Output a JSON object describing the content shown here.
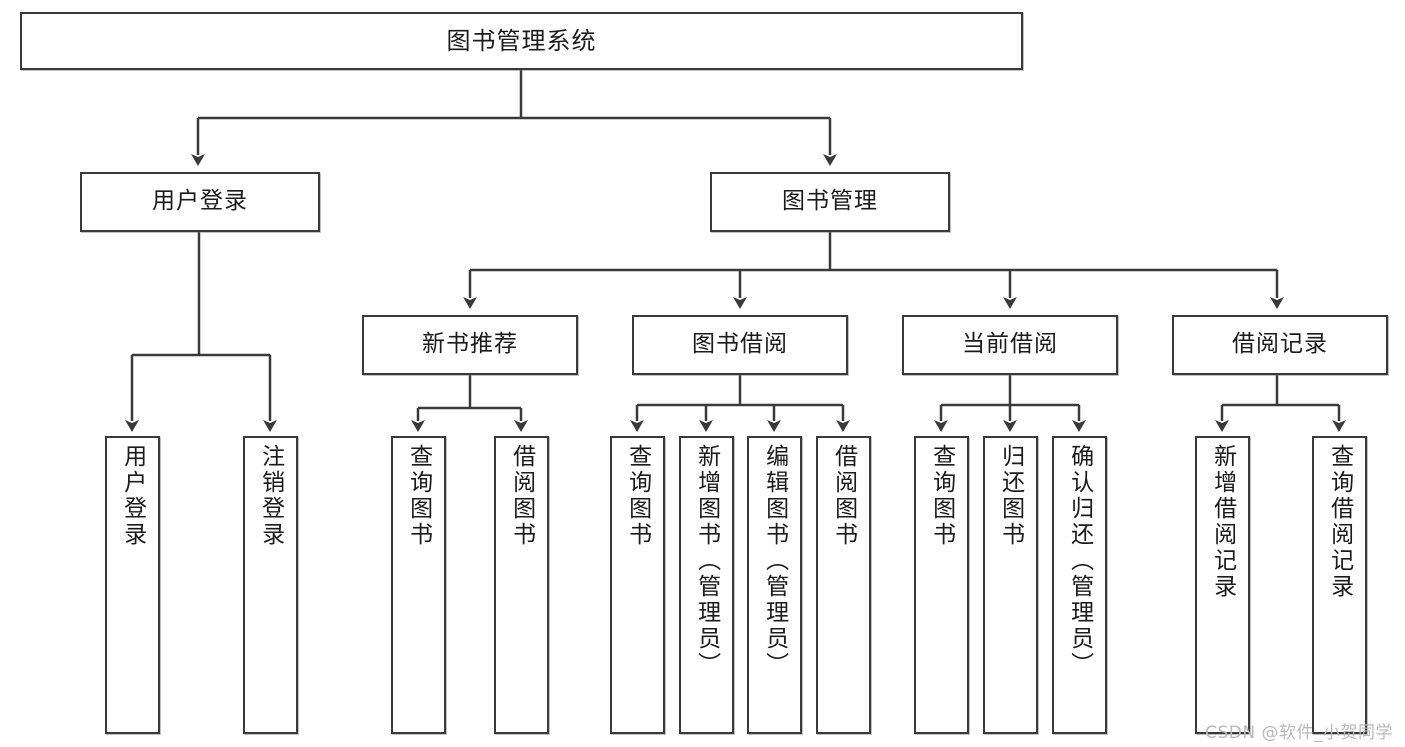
{
  "diagram": {
    "title": "图书管理系统",
    "type": "tree",
    "root": {
      "label": "图书管理系统"
    },
    "level2": [
      {
        "label": "用户登录"
      },
      {
        "label": "图书管理"
      }
    ],
    "level3": [
      {
        "label": "新书推荐"
      },
      {
        "label": "图书借阅"
      },
      {
        "label": "当前借阅"
      },
      {
        "label": "借阅记录"
      }
    ],
    "leaves": {
      "user_login": [
        {
          "label": "用户登录"
        },
        {
          "label": "注销登录"
        }
      ],
      "new_book_recommend": [
        {
          "label": "查询图书"
        },
        {
          "label": "借阅图书"
        }
      ],
      "book_borrow": [
        {
          "label": "查询图书"
        },
        {
          "label": "新增图书（管理员）"
        },
        {
          "label": "编辑图书（管理员）"
        },
        {
          "label": "借阅图书"
        }
      ],
      "current_borrow": [
        {
          "label": "查询图书"
        },
        {
          "label": "归还图书"
        },
        {
          "label": "确认归还（管理员）"
        }
      ],
      "borrow_record": [
        {
          "label": "新增借阅记录"
        },
        {
          "label": "查询借阅记录"
        }
      ]
    }
  },
  "watermark": {
    "text": "CSDN @软件_小贺同学"
  },
  "colors": {
    "border": "#3a3a3a",
    "text": "#1b1b1b",
    "background": "#ffffff",
    "watermark": "#b9b9b9"
  }
}
